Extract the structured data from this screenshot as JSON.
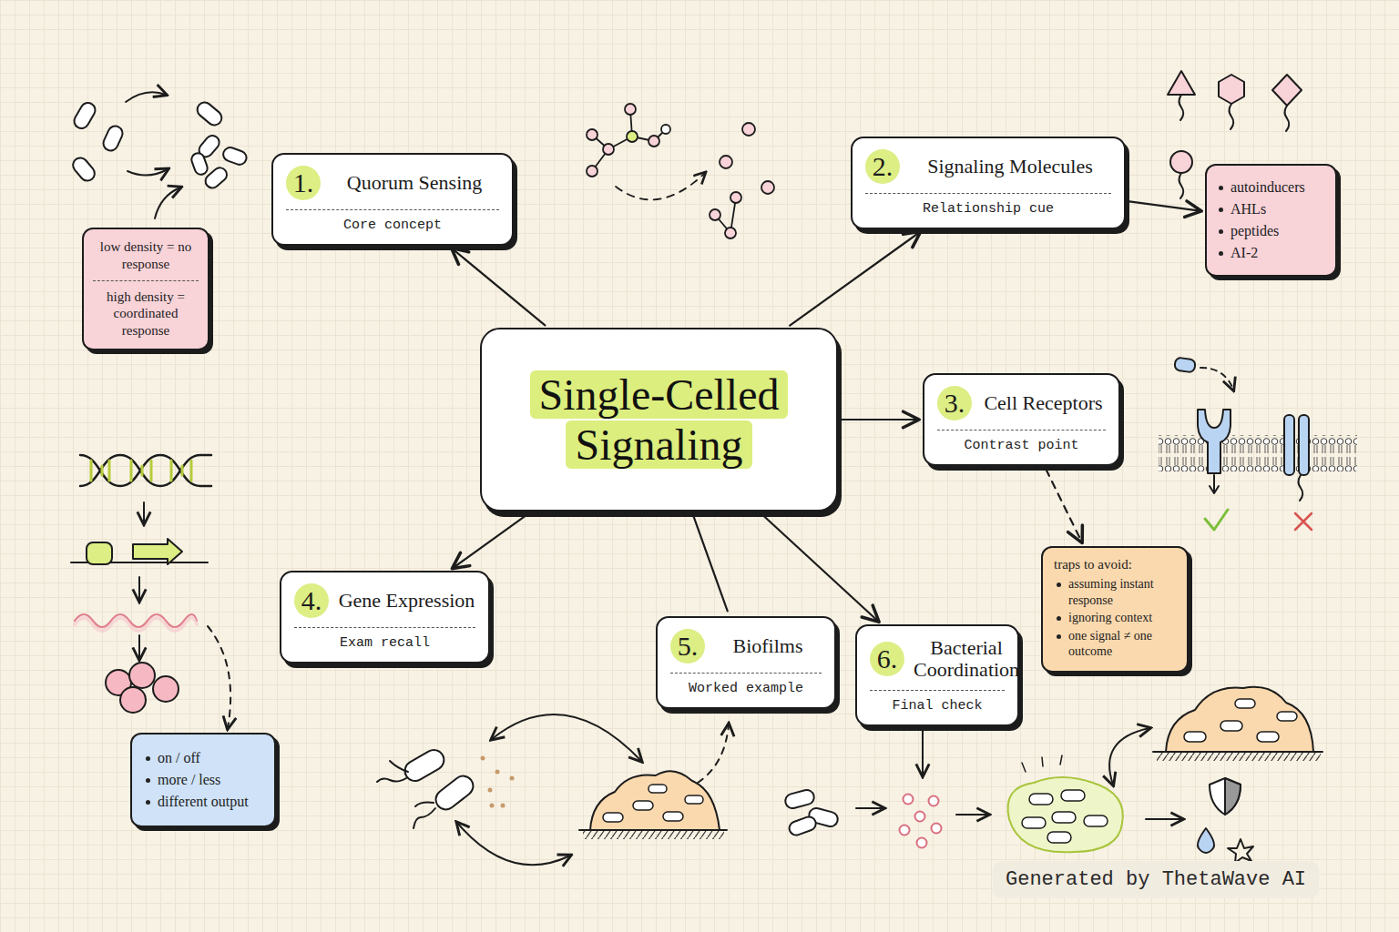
{
  "diagram": {
    "nodes": [
      {
        "text": [
          "Single-Celled Signaling"
        ]
      },
      {
        "text": [
          "1.",
          "Quorum Sensing",
          "Core concept"
        ]
      },
      {
        "text": [
          "2.",
          "Signaling Molecules",
          "Relationship cue"
        ]
      },
      {
        "text": [
          "3.",
          "Cell Receptors",
          "Contrast point"
        ]
      },
      {
        "text": [
          "4.",
          "Gene Expression",
          "Exam recall"
        ]
      },
      {
        "text": [
          "5.",
          "Biofilms",
          "Worked example"
        ]
      },
      {
        "text": [
          "6.",
          "Bacterial Coordination",
          "Final check"
        ]
      },
      {
        "text": [
          "low density = no response",
          "high density = coordinated response"
        ]
      },
      {
        "text": [
          "autoinducers",
          "AHLs",
          "peptides",
          "AI-2"
        ]
      },
      {
        "text": [
          "traps to avoid:",
          "assuming instant response",
          "ignoring context",
          "one signal ≠ one outcome"
        ]
      },
      {
        "text": [
          "on / off",
          "more / less",
          "different output"
        ]
      }
    ],
    "edges": [
      {
        "from": 0,
        "to": 1,
        "arrow": "to"
      },
      {
        "from": 0,
        "to": 2,
        "arrow": "to"
      },
      {
        "from": 0,
        "to": 3,
        "arrow": "to"
      },
      {
        "from": 0,
        "to": 4,
        "arrow": "to"
      },
      {
        "from": 0,
        "to": 5,
        "arrow": "none"
      },
      {
        "from": 0,
        "to": 6,
        "arrow": "to"
      },
      {
        "from": 2,
        "to": 8,
        "arrow": "to"
      },
      {
        "from": 3,
        "to": 9,
        "arrow": "to"
      }
    ],
    "labels": [
      "Generated by ThetaWave AI"
    ]
  }
}
